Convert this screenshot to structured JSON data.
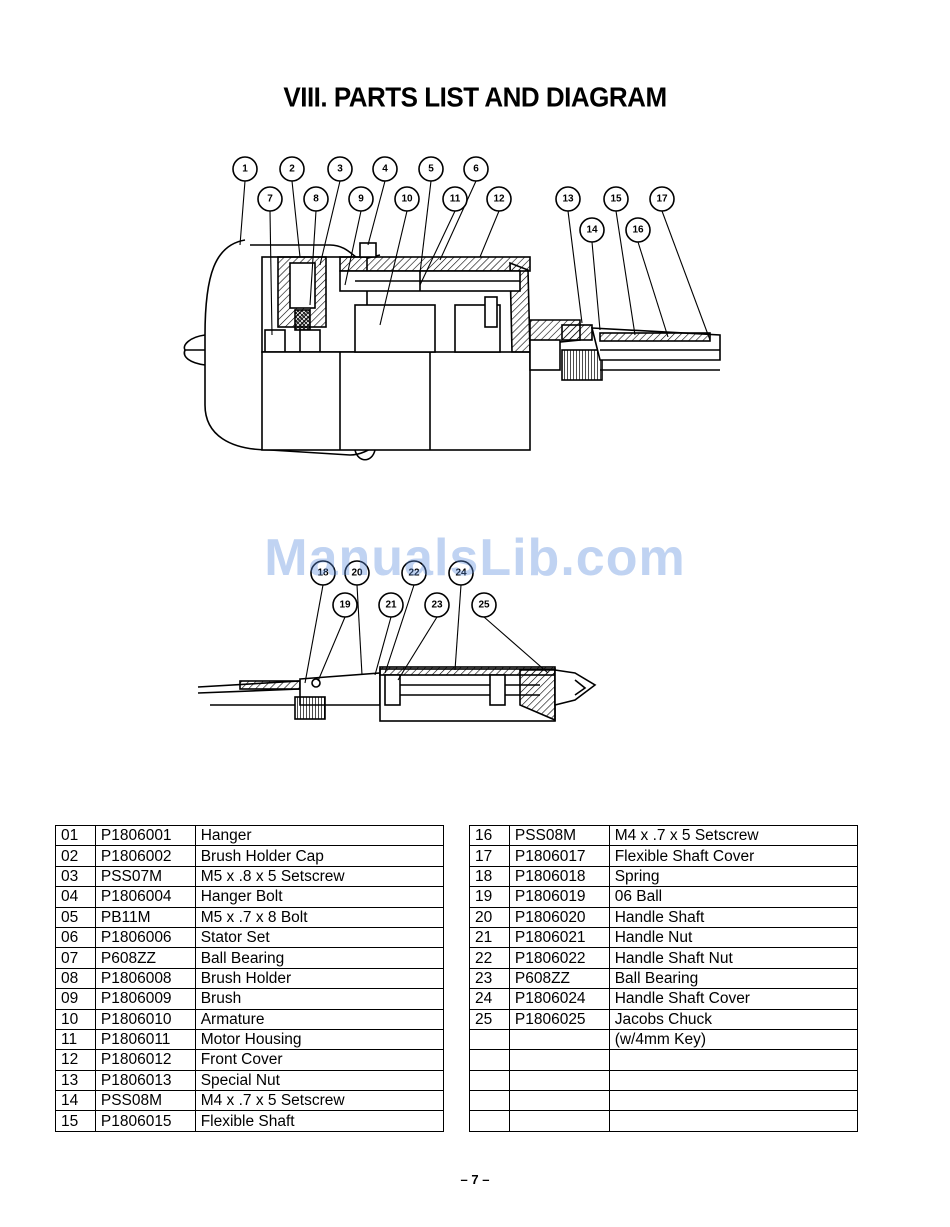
{
  "title": "VIII. PARTS LIST AND DIAGRAM",
  "watermark": "ManualsLib.com",
  "page_number": "– 7 –",
  "callouts_top": [
    "1",
    "2",
    "3",
    "4",
    "5",
    "6",
    "7",
    "8",
    "9",
    "10",
    "11",
    "12",
    "13",
    "14",
    "15",
    "16",
    "17"
  ],
  "callouts_bottom": [
    "18",
    "19",
    "20",
    "21",
    "22",
    "23",
    "24",
    "25"
  ],
  "parts_left": [
    {
      "no": "01",
      "part": "P1806001",
      "desc": "Hanger"
    },
    {
      "no": "02",
      "part": "P1806002",
      "desc": "Brush Holder Cap"
    },
    {
      "no": "03",
      "part": "PSS07M",
      "desc": "M5 x .8 x 5 Setscrew"
    },
    {
      "no": "04",
      "part": "P1806004",
      "desc": "Hanger Bolt"
    },
    {
      "no": "05",
      "part": "PB11M",
      "desc": "M5 x .7 x 8 Bolt"
    },
    {
      "no": "06",
      "part": "P1806006",
      "desc": "Stator Set"
    },
    {
      "no": "07",
      "part": "P608ZZ",
      "desc": "Ball Bearing"
    },
    {
      "no": "08",
      "part": "P1806008",
      "desc": "Brush Holder"
    },
    {
      "no": "09",
      "part": "P1806009",
      "desc": "Brush"
    },
    {
      "no": "10",
      "part": "P1806010",
      "desc": "Armature"
    },
    {
      "no": "11",
      "part": "P1806011",
      "desc": "Motor Housing"
    },
    {
      "no": "12",
      "part": "P1806012",
      "desc": "Front Cover"
    },
    {
      "no": "13",
      "part": "P1806013",
      "desc": "Special Nut"
    },
    {
      "no": "14",
      "part": "PSS08M",
      "desc": "M4 x .7 x 5 Setscrew"
    },
    {
      "no": "15",
      "part": "P1806015",
      "desc": "Flexible Shaft"
    }
  ],
  "parts_right": [
    {
      "no": "16",
      "part": "PSS08M",
      "desc": "M4 x .7 x 5 Setscrew"
    },
    {
      "no": "17",
      "part": "P1806017",
      "desc": "Flexible Shaft Cover"
    },
    {
      "no": "18",
      "part": "P1806018",
      "desc": "Spring"
    },
    {
      "no": "19",
      "part": "P1806019",
      "desc": "06 Ball"
    },
    {
      "no": "20",
      "part": "P1806020",
      "desc": "Handle Shaft"
    },
    {
      "no": "21",
      "part": "P1806021",
      "desc": "Handle Nut"
    },
    {
      "no": "22",
      "part": "P1806022",
      "desc": "Handle Shaft Nut"
    },
    {
      "no": "23",
      "part": "P608ZZ",
      "desc": "Ball Bearing"
    },
    {
      "no": "24",
      "part": "P1806024",
      "desc": "Handle Shaft Cover"
    },
    {
      "no": "25",
      "part": "P1806025",
      "desc": "Jacobs Chuck"
    },
    {
      "no": "",
      "part": "",
      "desc": "(w/4mm Key)"
    },
    {
      "no": "",
      "part": "",
      "desc": ""
    },
    {
      "no": "",
      "part": "",
      "desc": ""
    },
    {
      "no": "",
      "part": "",
      "desc": ""
    },
    {
      "no": "",
      "part": "",
      "desc": ""
    }
  ]
}
